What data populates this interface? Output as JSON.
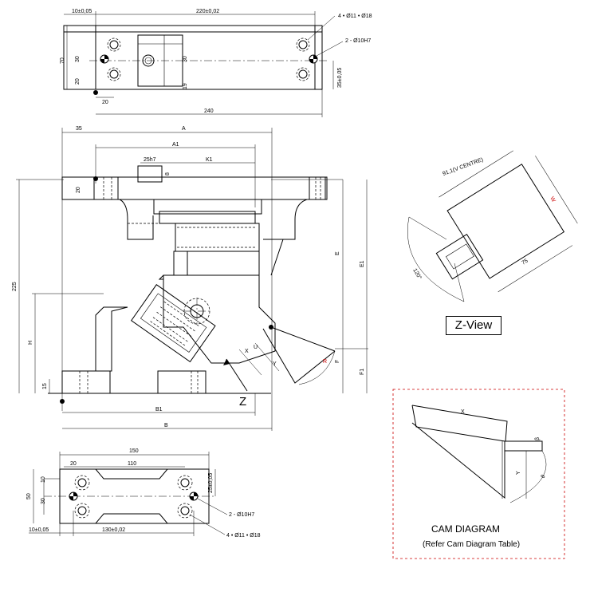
{
  "top_view": {
    "dim_left_offset": "10±0,05",
    "dim_hole_spacing": "220±0,02",
    "dim_height": "70",
    "dim_30": "30",
    "dim_20_left": "20",
    "dim_20_bottom": "20",
    "dim_30_right": "30",
    "dim_19": "19",
    "dim_35": "35±0,05",
    "dim_total_width": "240",
    "callout_holes": "4 • Ø11 • Ø18",
    "callout_pins": "2 - Ø10H7"
  },
  "front_view": {
    "dim_35": "35",
    "dim_A": "A",
    "dim_A1": "A1",
    "dim_25h7": "25h7",
    "dim_K1": "K1",
    "dim_8": "8",
    "dim_20": "20",
    "dim_225": "225",
    "dim_E": "E",
    "dim_E1": "E1",
    "dim_H": "H",
    "dim_F": "F",
    "dim_F1": "F1",
    "dim_15": "15",
    "dim_B1": "B1",
    "dim_B": "B",
    "dim_R": "R",
    "dim_Y": "Y",
    "dim_X": "X",
    "dim_U": "U",
    "arrow_label": "Z"
  },
  "z_view": {
    "dim_centre": "91,1(V CENTRE)",
    "dim_W": "W",
    "dim_120": "120°",
    "dim_75": "75",
    "title": "Z-View"
  },
  "cam_diagram": {
    "dim_X": "X",
    "dim_Y": "Y",
    "dim_theta": "θ",
    "dim_beta": "β",
    "title": "CAM DIAGRAM",
    "subtitle": "(Refer Cam Diagram Table)"
  },
  "bottom_view": {
    "dim_150": "150",
    "dim_20": "20",
    "dim_110": "110",
    "dim_10": "10",
    "dim_50": "50",
    "dim_30": "30",
    "dim_25": "25±0,05",
    "dim_left_offset": "10±0,05",
    "dim_hole_spacing": "130±0,02",
    "callout_pins": "2 - Ø10H7",
    "callout_holes": "4 • Ø11 • Ø18"
  }
}
